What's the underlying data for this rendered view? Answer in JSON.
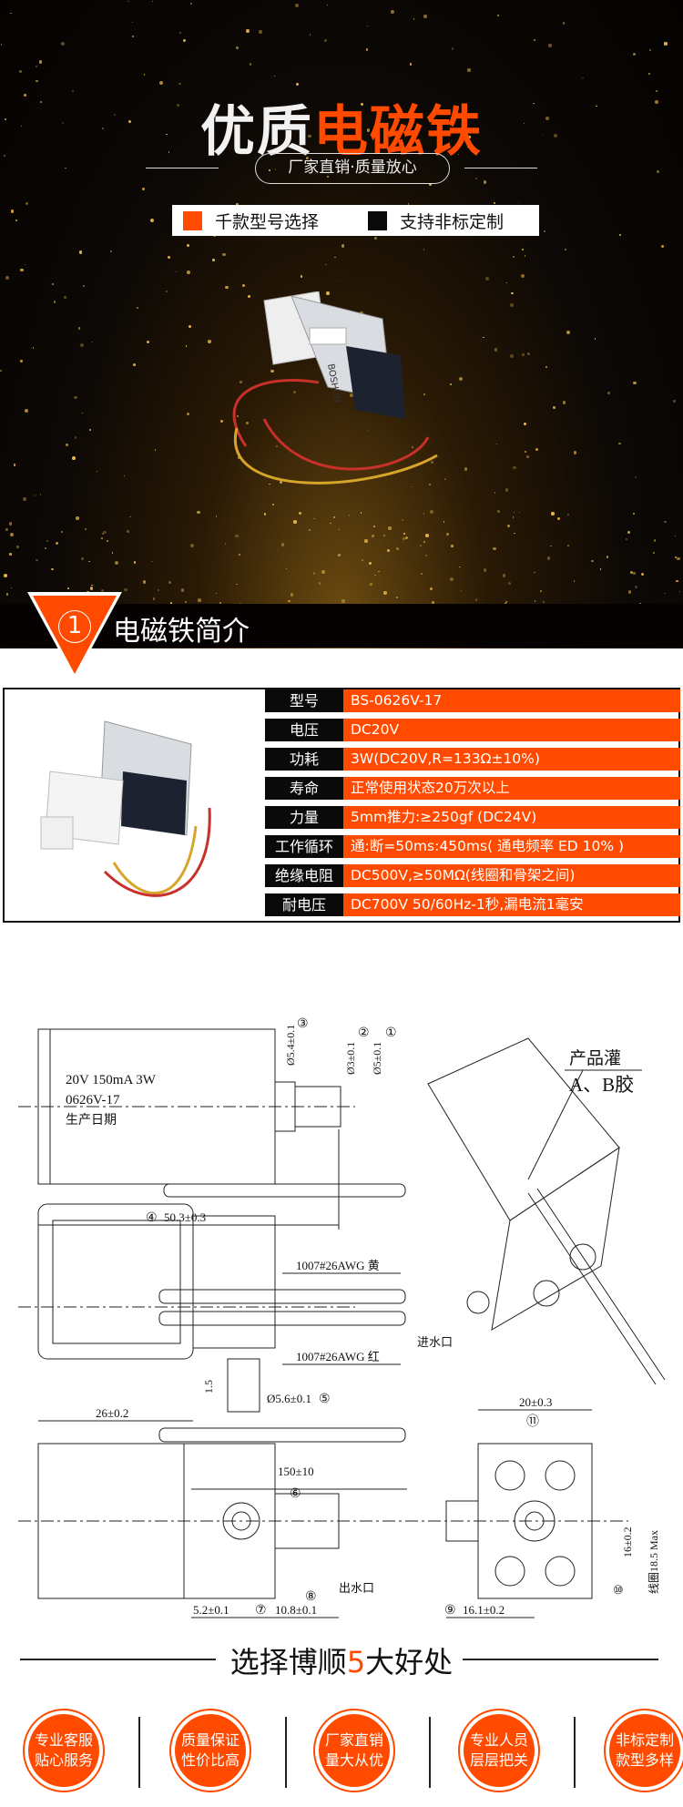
{
  "hero": {
    "title_white": "优质",
    "title_orange": "电磁铁",
    "slogan": "厂家直销·质量放心",
    "features": [
      {
        "label": "千款型号选择",
        "color": "#ff4a00"
      },
      {
        "label": "支持非标定制",
        "color": "#0a0a0a"
      }
    ],
    "product_brand": "BOSHUN"
  },
  "section": {
    "number": "1",
    "title": "电磁铁简介"
  },
  "specs": [
    {
      "key": "型号",
      "value": "BS-0626V-17"
    },
    {
      "key": "电压",
      "value": "DC20V"
    },
    {
      "key": "功耗",
      "value": "3W(DC20V,R=133Ω±10%)"
    },
    {
      "key": "寿命",
      "value": "正常使用状态20万次以上"
    },
    {
      "key": "力量",
      "value": "5mm推力:≥250gf (DC24V)"
    },
    {
      "key": "工作循环",
      "value": "通:断=50ms:450ms( 通电频率 ED 10% )"
    },
    {
      "key": "绝缘电阻",
      "value": "DC500V,≥50MΩ(线圈和骨架之间)"
    },
    {
      "key": "耐电压",
      "value": "DC700V 50/60Hz-1秒,漏电流1毫安"
    }
  ],
  "drawing": {
    "label_line1": "20V 150mA 3W",
    "label_line2": "0626V-17",
    "label_line3": "生产日期",
    "dim1": "Ø5±0.1",
    "dim1_n": "①",
    "dim2": "Ø3±0.1",
    "dim2_n": "②",
    "dim3": "Ø5.4±0.1",
    "dim3_n": "③",
    "dim4": "50.3±0.3",
    "dim4_n": "④",
    "dim5": "Ø5.6±0.1",
    "dim5_n": "⑤",
    "dim6": "150±10",
    "dim6_n": "⑥",
    "dim7": "5.2±0.1",
    "dim7_n": "⑦",
    "dim8": "10.8±0.1",
    "dim8_n": "⑧",
    "dim9": "16.1±0.2",
    "dim9_n": "⑨",
    "dim10": "16±0.2",
    "dim10_n": "⑩",
    "dim11": "20±0.3",
    "dim11_n": "⑪",
    "dim_26": "26±0.2",
    "dim_15": "1.5",
    "coil_max": "线圈18.5 Max",
    "wire_yellow": "1007#26AWG 黄",
    "wire_red": "1007#26AWG 红",
    "glue_line1": "产品灌",
    "glue_line2": "A、B胶",
    "inlet": "进水口",
    "outlet": "出水口"
  },
  "benefits": {
    "title_a": "选择博顺",
    "title_num": "5",
    "title_b": "大好处",
    "items": [
      {
        "l1": "专业客服",
        "l2": "贴心服务"
      },
      {
        "l1": "质量保证",
        "l2": "性价比高"
      },
      {
        "l1": "厂家直销",
        "l2": "量大从优"
      },
      {
        "l1": "专业人员",
        "l2": "层层把关"
      },
      {
        "l1": "非标定制",
        "l2": "款型多样"
      }
    ],
    "accent": "#ff4a00"
  }
}
